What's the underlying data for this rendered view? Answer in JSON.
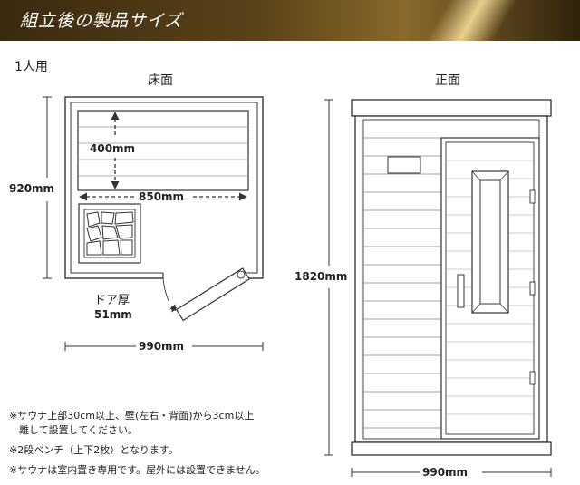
{
  "header": {
    "title": "組立後の製品サイズ"
  },
  "capacity": "1人用",
  "floor_plan": {
    "label": "床面",
    "depth": "920mm",
    "bench_depth": "400mm",
    "bench_width": "850mm",
    "door_label": "ドア厚",
    "door_thickness": "51mm",
    "width": "990mm"
  },
  "front_view": {
    "label": "正面",
    "height": "1820mm",
    "width": "990mm"
  },
  "notes": [
    "※サウナ上部30cm以上、壁(左右・背面)から3cm以上",
    "　離して設置してください。",
    "※2段ベンチ（上下2枚）となります。",
    "※サウナは室内置き専用です。屋外には設置できません。"
  ]
}
